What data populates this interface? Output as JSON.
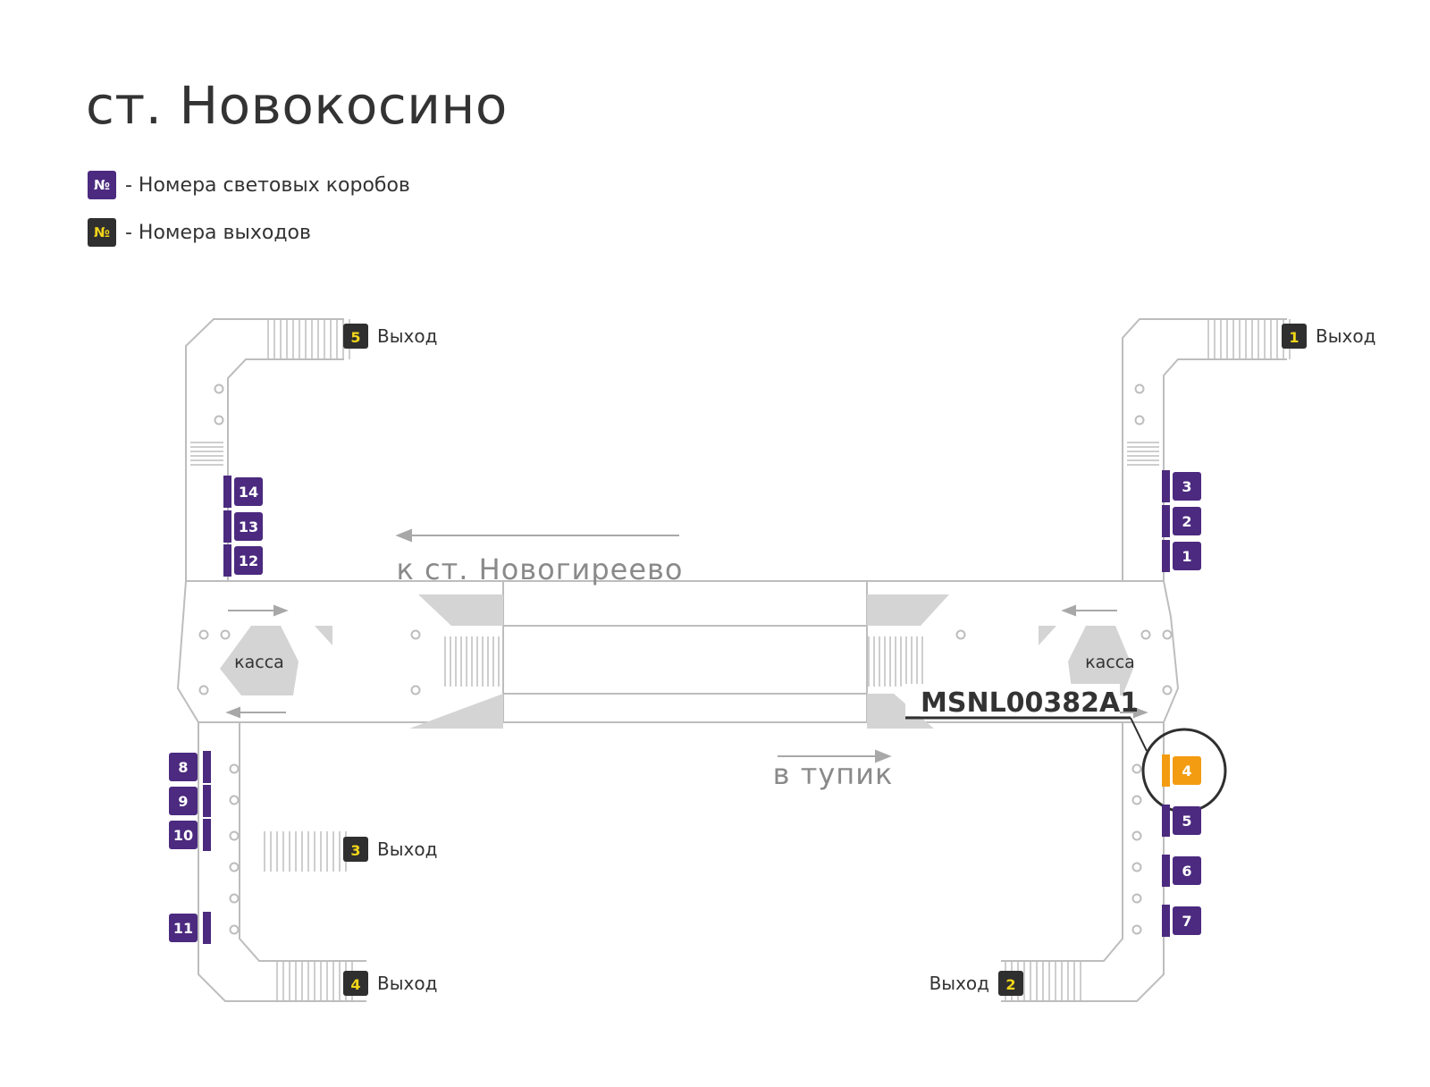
{
  "title": "ст. Новокосино",
  "legend": [
    {
      "symbol": "№",
      "text": "- Номера световых коробов",
      "chip_bg": "#4b2a7f",
      "chip_fg": "#ffffff"
    },
    {
      "symbol": "№",
      "text": "- Номера выходов",
      "chip_bg": "#2f2f2f",
      "chip_fg": "#f2d61a"
    }
  ],
  "colors": {
    "lightbox": "#4b2a7f",
    "exit_bg": "#2f2f2f",
    "exit_fg": "#f2d61a",
    "highlight": "#f39c12",
    "wall": "#bdbdbd",
    "ramp": "#d4d4d4",
    "text": "#333333"
  },
  "exit_label": "Выход",
  "exits": [
    {
      "num": "5"
    },
    {
      "num": "1"
    },
    {
      "num": "3"
    },
    {
      "num": "4"
    },
    {
      "num": "2"
    }
  ],
  "lightboxes": [
    {
      "num": "14"
    },
    {
      "num": "13"
    },
    {
      "num": "12"
    },
    {
      "num": "3"
    },
    {
      "num": "2"
    },
    {
      "num": "1"
    },
    {
      "num": "8"
    },
    {
      "num": "9"
    },
    {
      "num": "10"
    },
    {
      "num": "11"
    },
    {
      "num": "4",
      "highlighted": true
    },
    {
      "num": "5"
    },
    {
      "num": "6"
    },
    {
      "num": "7"
    }
  ],
  "cashier_label": "касса",
  "direction_to": "к ст. Новогиреево",
  "direction_dead_end": "в тупик",
  "callout": "MSNL00382A1"
}
